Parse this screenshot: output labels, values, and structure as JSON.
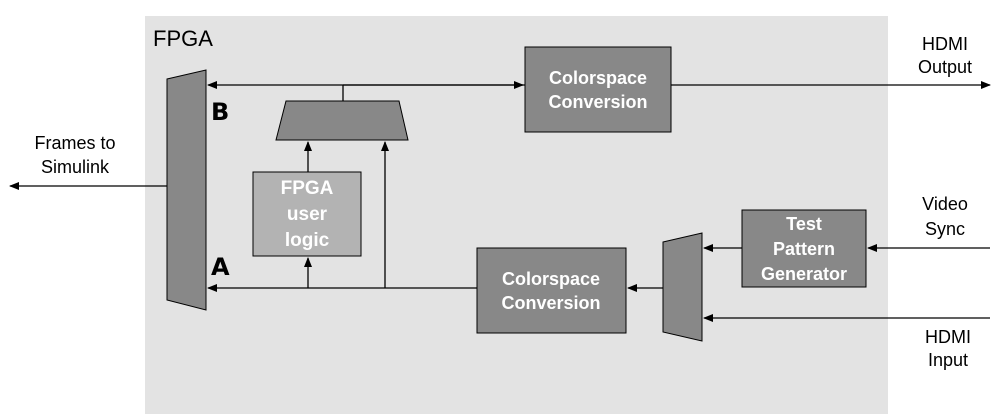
{
  "fpga_label": "FPGA",
  "external": {
    "frames_to_simulink": [
      "Frames to",
      "Simulink"
    ],
    "hdmi_output": [
      "HDMI",
      "Output"
    ],
    "video_sync": [
      "Video",
      "Sync"
    ],
    "hdmi_input": [
      "HDMI",
      "Input"
    ]
  },
  "ports": {
    "b": "B",
    "a": "A"
  },
  "blocks": {
    "colorspace_top": [
      "Colorspace",
      "Conversion"
    ],
    "colorspace_bottom": [
      "Colorspace",
      "Conversion"
    ],
    "user_logic": [
      "FPGA",
      "user",
      "logic"
    ],
    "test_pattern": [
      "Test",
      "Pattern",
      "Generator"
    ]
  },
  "colors": {
    "fpga_bg": "#e3e3e3",
    "block": "#888888",
    "user_logic": "#b3b3b3"
  }
}
